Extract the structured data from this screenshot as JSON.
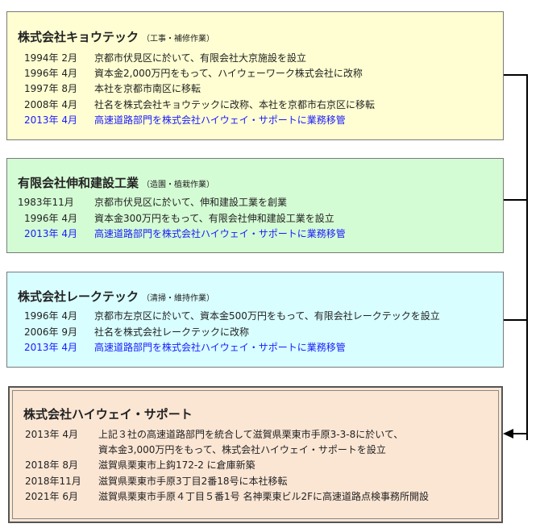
{
  "companies": [
    {
      "name": "株式会社キョウテック",
      "subtitle": "（工事・補修作業）",
      "rows": [
        {
          "date": "1994年 2月",
          "text": "京都市伏見区に於いて、有限会社大京施設を設立"
        },
        {
          "date": "1996年 4月",
          "text": "資本金2,000万円をもって、ハイウェーワーク株式会社に改称"
        },
        {
          "date": "1997年 8月",
          "text": "本社を京都市南区に移転"
        },
        {
          "date": "2008年 4月",
          "text": "社名を株式会社キョウテックに改称、本社を京都市右京区に移転"
        },
        {
          "date": "2013年 4月",
          "text": "高速道路部門を株式会社ハイウェイ・サポートに業務移管",
          "highlight": true
        }
      ],
      "bg": "#fefed2"
    },
    {
      "name": "有限会社伸和建設工業",
      "subtitle": "（造園・植栽作業）",
      "rows": [
        {
          "date": "1983年11月",
          "text": "京都市伏見区に於いて、伸和建設工業を創業"
        },
        {
          "date": "1996年 4月",
          "text": "資本金300万円をもって、有限会社伸和建設工業を設立"
        },
        {
          "date": "2013年 4月",
          "text": "高速道路部門を株式会社ハイウェイ・サポートに業務移管",
          "highlight": true
        }
      ],
      "bg": "#d4fcd4"
    },
    {
      "name": "株式会社レークテック",
      "subtitle": "（清掃・維持作業）",
      "rows": [
        {
          "date": "1996年 4月",
          "text": "京都市左京区に於いて、資本金500万円をもって、有限会社レークテックを設立"
        },
        {
          "date": "2006年 9月",
          "text": "社名を株式会社レークテックに改称"
        },
        {
          "date": "2013年 4月",
          "text": "高速道路部門を株式会社ハイウェイ・サポートに業務移管",
          "highlight": true
        }
      ],
      "bg": "#d8feff"
    }
  ],
  "result": {
    "name": "株式会社ハイウェイ・サポート",
    "rows": [
      {
        "date": "2013年 4月",
        "text": "上記３社の高速道路部門を統合して滋賀県栗東市手原3-3-8に於いて、"
      },
      {
        "date": "",
        "text": "資本金3,000万円をもって、株式会社ハイウェイ・サポートを設立"
      },
      {
        "date": "2018年 8月",
        "text": "滋賀県栗東市上鈎172-2 に倉庫新築"
      },
      {
        "date": "2018年11月",
        "text": "滋賀県栗東市手原3丁目2番18号に本社移転"
      },
      {
        "date": "2021年 6月",
        "text": "滋賀県栗東市手原４丁目５番1号 名神栗東ビル2Fに高速道路点検事務所開設"
      }
    ],
    "bg": "#fbe6d4"
  },
  "colors": {
    "highlight": "#1a1aff",
    "connector": "#000000"
  }
}
